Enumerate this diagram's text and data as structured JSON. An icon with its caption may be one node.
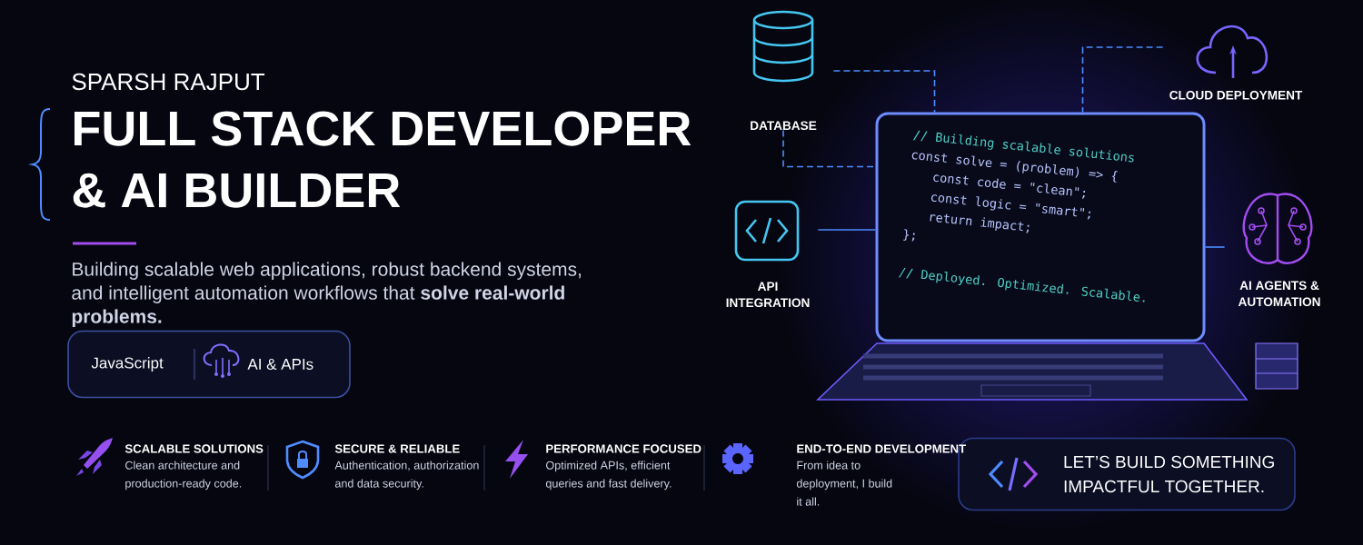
{
  "diagram": {
    "title": "FULL STACK DEVELOPER & AI BUILDER",
    "nodes": [
      {
        "text": [
          "DATABASE"
        ]
      },
      {
        "text": [
          "CLOUD DEPLOYMENT"
        ]
      },
      {
        "text": [
          "// Building scalable solutions",
          "const solve = (problem) => {",
          "const code = \"clean\";",
          "const logic = \"smart\";",
          "return impact;",
          "};",
          "// Deployed. Optimized. Scalable."
        ]
      },
      {
        "text": [
          "API INTEGRATION"
        ]
      },
      {
        "text": [
          "AI AGENTS & AUTOMATION"
        ]
      },
      {
        "text": [
          "JavaScript",
          "AI & APIs"
        ]
      },
      {
        "text": [
          "LET’S BUILD SOMETHING IMPACTFUL TOGETHER."
        ]
      }
    ],
    "edges": [
      {
        "from": 0,
        "to": 2,
        "arrow": "none",
        "style": "dashed"
      },
      {
        "from": 0,
        "to": 2,
        "arrow": "none",
        "style": "dashed"
      },
      {
        "from": 1,
        "to": 2,
        "arrow": "none",
        "style": "dashed"
      },
      {
        "from": 3,
        "to": 2,
        "arrow": "none"
      },
      {
        "from": 4,
        "to": 2,
        "arrow": "none"
      }
    ],
    "labels": [
      "SPARSH RAJPUT",
      "Building scalable web applications, robust backend systems, and intelligent automation workflows that **solve real-world problems.**",
      "SCALABLE SOLUTIONS",
      "Clean architecture and production-ready code.",
      "SECURE & RELIABLE",
      "Authentication, authorization and data security.",
      "PERFORMANCE FOCUSED",
      "Optimized APIs, efficient queries and fast delivery.",
      "END-TO-END DEVELOPMENT",
      "From idea to deployment, I build it all."
    ]
  }
}
